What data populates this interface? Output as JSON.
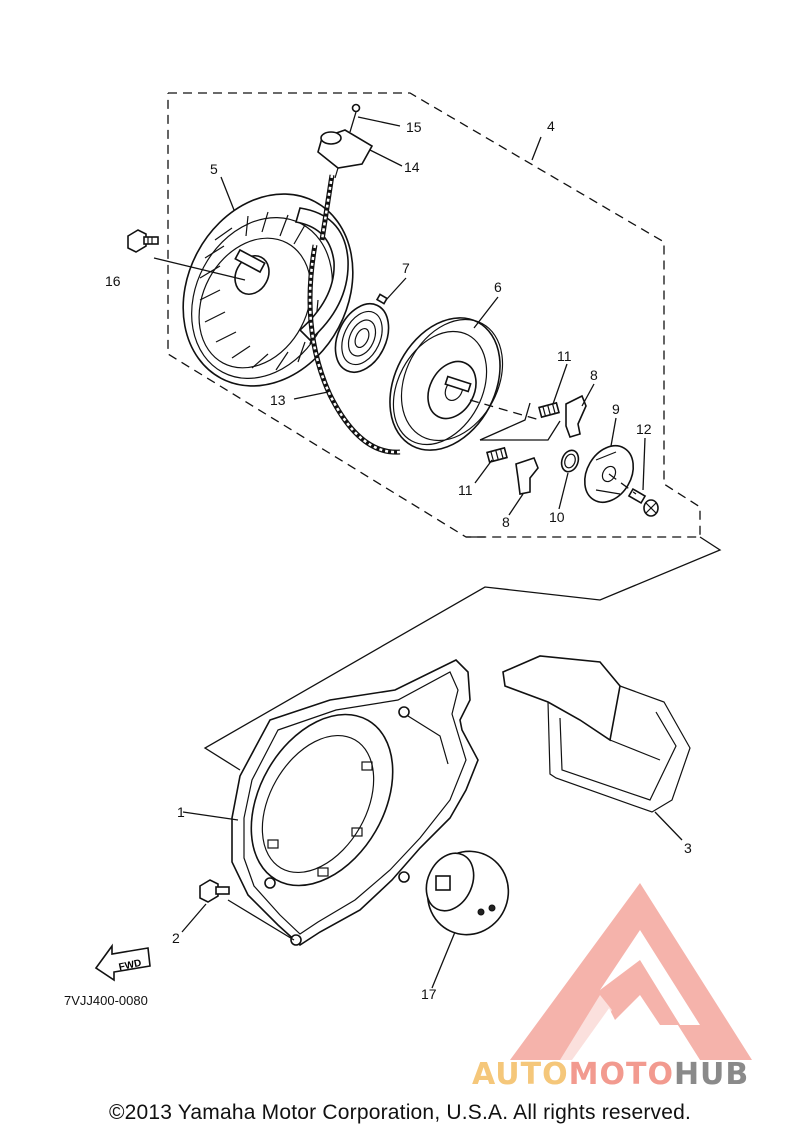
{
  "callouts": [
    "1",
    "2",
    "3",
    "4",
    "5",
    "6",
    "7",
    "8",
    "8",
    "9",
    "10",
    "11",
    "11",
    "12",
    "13",
    "14",
    "15",
    "16",
    "17"
  ],
  "fwd_label": "FWD",
  "catalog_code": "7VJJ400-0080",
  "copyright": "©2013 Yamaha Motor Corporation, U.S.A. All rights reserved.",
  "watermark": {
    "part1": "AUTO",
    "part2": "MOTO",
    "part3": "HUB",
    "colors": {
      "auto": "#f5c77a",
      "moto": "#f29a8f",
      "hub": "#8a8a8a",
      "triangle": "#f29a8f"
    }
  }
}
